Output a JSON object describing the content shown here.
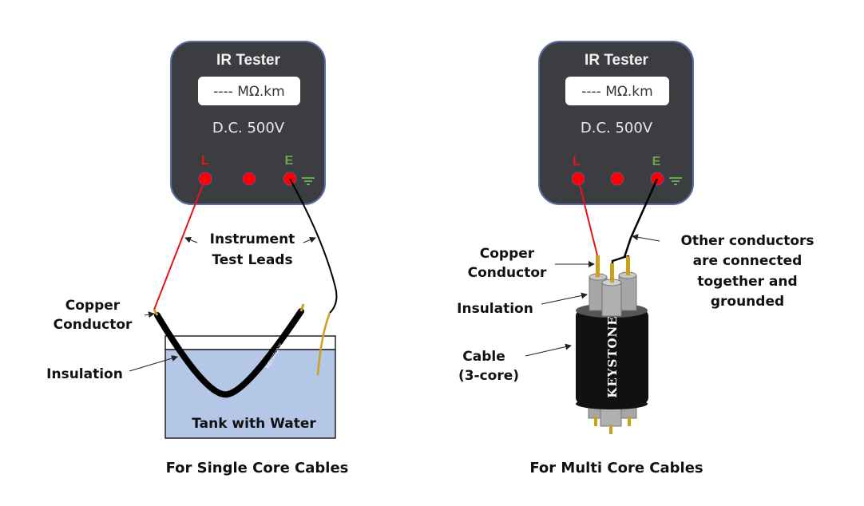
{
  "colors": {
    "device_body": "#3c3d40",
    "device_border": "#5b6fa6",
    "terminal": "#ff0000",
    "terminal_L_label": "#e8141b",
    "terminal_E_label": "#6aa84f",
    "ground_icon": "#6aa84f",
    "lead_L": "#e8141b",
    "lead_E": "#000000",
    "copper": "#c9a020",
    "water": "#b4c7e7",
    "insulation_core": "#b0b0b0",
    "cable_jacket": "#111111"
  },
  "single_core": {
    "device": {
      "title": "IR Tester",
      "display": "---- MΩ.km",
      "voltage": "D.C. 500V",
      "terminal_L": "L",
      "terminal_E": "E",
      "ground_icon": "ground-icon"
    },
    "labels": {
      "test_leads_line1": "Instrument",
      "test_leads_line2": "Test Leads",
      "copper_line1": "Copper",
      "copper_line2": "Conductor",
      "insulation": "Insulation",
      "tank": "Tank with Water",
      "cable_brand": "KEYSTONE"
    },
    "caption": "For Single Core Cables"
  },
  "multi_core": {
    "device": {
      "title": "IR Tester",
      "display": "---- MΩ.km",
      "voltage": "D.C. 500V",
      "terminal_L": "L",
      "terminal_E": "E",
      "ground_icon": "ground-icon"
    },
    "labels": {
      "copper_line1": "Copper",
      "copper_line2": "Conductor",
      "insulation": "Insulation",
      "cable_line1": "Cable",
      "cable_line2": "(3-core)",
      "other_line1": "Other conductors",
      "other_line2": "are connected",
      "other_line3": "together and",
      "other_line4": "grounded",
      "cable_brand": "KEYSTONE"
    },
    "caption": "For Multi Core Cables"
  }
}
